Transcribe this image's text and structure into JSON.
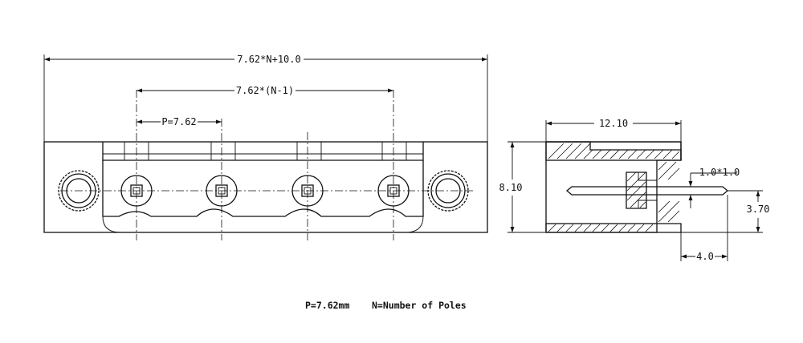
{
  "dimensions": {
    "overall_length": "7.62*N+10.0",
    "pole_span": "7.62*(N-1)",
    "pitch": "P=7.62",
    "side_width": "12.10",
    "height": "8.10",
    "pin_size": "1.0*1.0",
    "pin_height": "3.70",
    "pin_length": "4.0"
  },
  "caption": {
    "pitch_note": "P=7.62mm",
    "poles_note": "N=Number of Poles"
  }
}
